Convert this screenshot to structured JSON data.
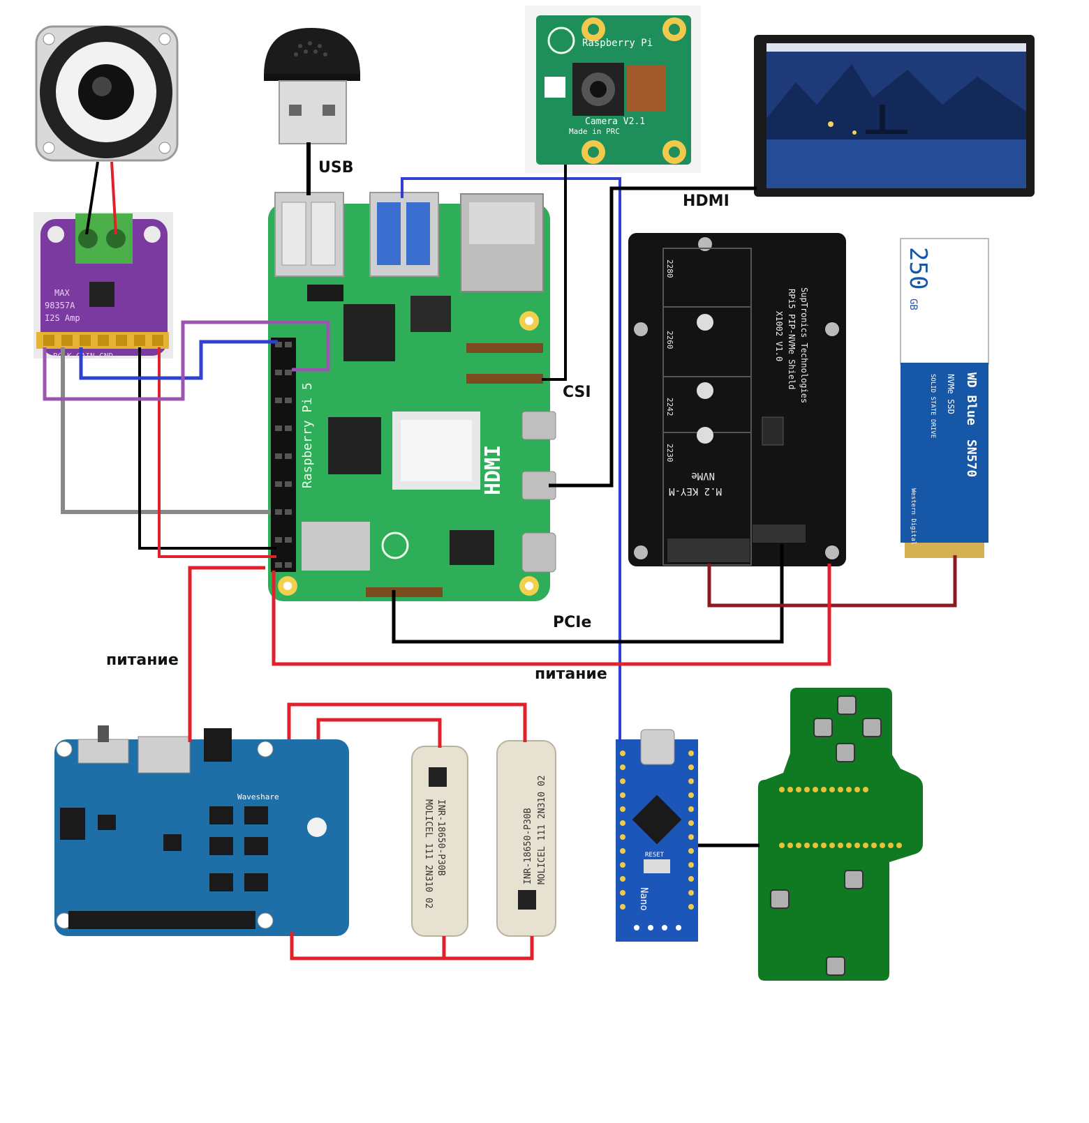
{
  "labels": {
    "usb": "USB",
    "hdmi": "HDMI",
    "csi": "CSI",
    "pcie": "PCIe",
    "power_left": "питание",
    "power_center": "питание"
  },
  "components": {
    "rpi": {
      "model": "Raspberry Pi 5",
      "connector": "HDMI",
      "vendor": "Raspberry Pi"
    },
    "camera": {
      "brand": "Raspberry Pi",
      "model": "Camera V2.1",
      "origin": "Made in PRC"
    },
    "amp": {
      "line1": "MAX",
      "line2": "98357A",
      "line3": "I2S Amp",
      "pins": "BCLK  GAIN  GND"
    },
    "nvme_shield": {
      "maker": "SupTronics Technologies",
      "name": "RPi5 PIP-NVMe Shield",
      "model": "X1002 V1.0",
      "slot": "M.2 KEY-M",
      "type": "NVMe",
      "sizes": [
        "2280",
        "2260",
        "2242",
        "2230"
      ]
    },
    "ssd": {
      "capacity": "250",
      "unit": "GB",
      "brand": "WD Blue",
      "model": "SN570",
      "kind": "NVMe SSD",
      "desc": "SOLID STATE DRIVE",
      "maker": "Western Digital"
    },
    "ups": {
      "brand": "Waveshare"
    },
    "battery_1": {
      "model": "INR-18650-P30B",
      "maker": "MOLICEL 111 2N310 02"
    },
    "battery_2": {
      "model": "INR-18650-P30B",
      "maker": "MOLICEL 111 2N310 02"
    },
    "nano": {
      "name": "Nano",
      "reset": "RESET"
    }
  },
  "colors": {
    "wire_black": "#000000",
    "wire_red": "#e0202a",
    "wire_blue": "#2e3fd1",
    "wire_purple": "#9b55b0",
    "wire_gray": "#888888",
    "wire_darkred": "#8b1a22",
    "rpi_green": "#2fae5a",
    "amp_purple": "#7a3aa0",
    "ups_blue": "#1e6fa8",
    "nano_blue": "#1c56b8",
    "ssd_blue": "#1757a8",
    "pcb_green": "#0f7a22"
  }
}
